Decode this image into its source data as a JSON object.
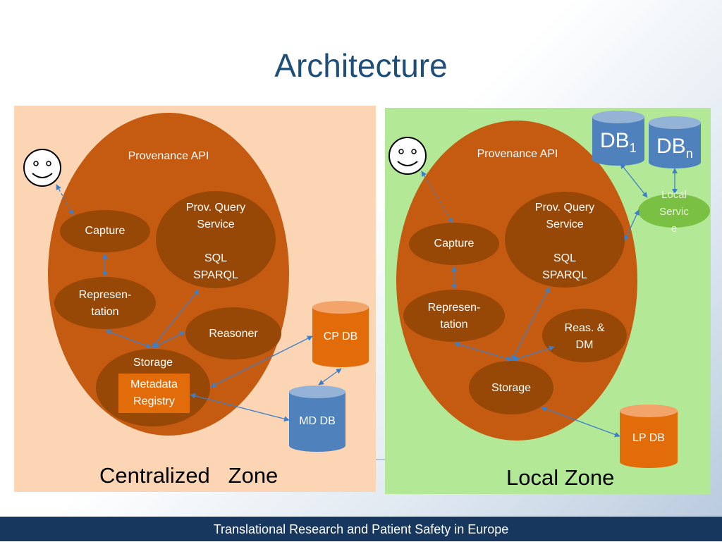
{
  "slide": {
    "title": "Architecture",
    "footer": "Translational Research and Patient Safety in Europe"
  },
  "central_zone": {
    "label": "Centralized   Zone",
    "api": "Provenance API",
    "capture": "Capture",
    "prov_query_line1": "Prov. Query",
    "prov_query_line2": "Service",
    "sql": "SQL",
    "sparql": "SPARQL",
    "repr_line1": "Represen-",
    "repr_line2": "tation",
    "reasoner": "Reasoner",
    "storage": "Storage",
    "metadata_line1": "Metadata",
    "metadata_line2": "Registry",
    "cp_db": "CP DB",
    "md_db": "MD DB"
  },
  "local_zone": {
    "label": "Local Zone",
    "api": "Provenance API",
    "capture": "Capture",
    "prov_query_line1": "Prov. Query",
    "prov_query_line2": "Service",
    "sql": "SQL",
    "sparql": "SPARQL",
    "repr_line1": "Represen-",
    "repr_line2": "tation",
    "reas_line1": "Reas. &",
    "reas_line2": "DM",
    "storage": "Storage",
    "lp_db": "LP DB",
    "db1_base": "DB",
    "db1_sub": "1",
    "dbn_base": "DB",
    "dbn_sub": "n",
    "local_service_line1": "Local",
    "local_service_line2": "Servic",
    "local_service_line3": "e"
  },
  "colors": {
    "zone_central_bg": "#fcd5b4",
    "zone_local_bg": "#b3e896",
    "ellipse_main": "#c55a11",
    "ellipse_inner": "#974806",
    "orange_db": "#e36c0a",
    "blue_db": "#4f81bd",
    "local_service": "#7ac143",
    "footer_bg": "#17375e",
    "title": "#1f4e79",
    "arrow": "#3c7fc9"
  }
}
